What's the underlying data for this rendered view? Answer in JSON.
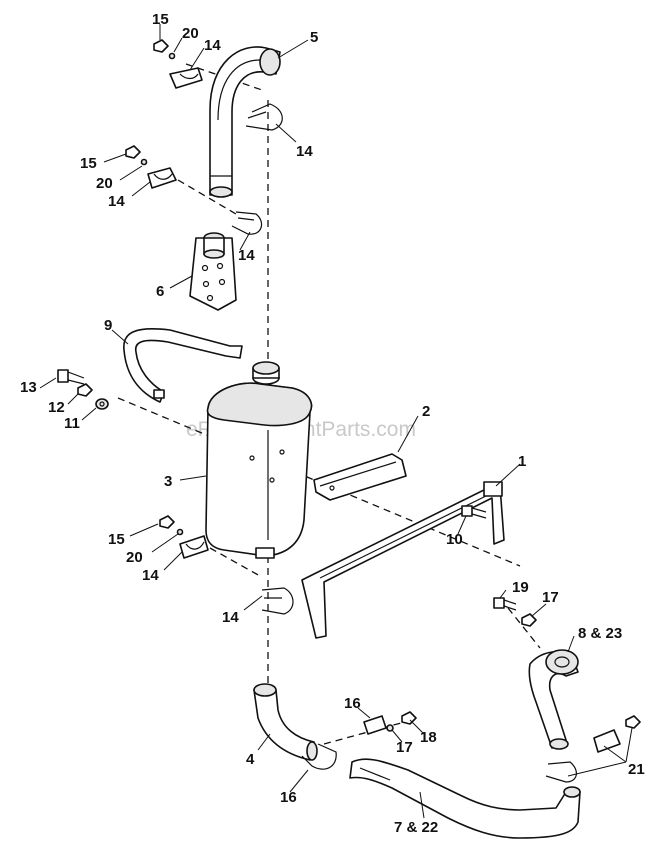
{
  "watermark": "eReplacementParts.com",
  "callouts": {
    "c1": "1",
    "c2": "2",
    "c3": "3",
    "c4": "4",
    "c5": "5",
    "c6": "6",
    "c7_22": "7 & 22",
    "c8_23": "8 & 23",
    "c9": "9",
    "c10": "10",
    "c11": "11",
    "c12": "12",
    "c13": "13",
    "c14a": "14",
    "c14b": "14",
    "c14c": "14",
    "c14d": "14",
    "c14e": "14",
    "c14f": "14",
    "c15a": "15",
    "c15b": "15",
    "c15c": "15",
    "c16a": "16",
    "c16b": "16",
    "c17a": "17",
    "c17b": "17",
    "c18": "18",
    "c19": "19",
    "c20a": "20",
    "c20b": "20",
    "c20c": "20",
    "c21": "21"
  }
}
